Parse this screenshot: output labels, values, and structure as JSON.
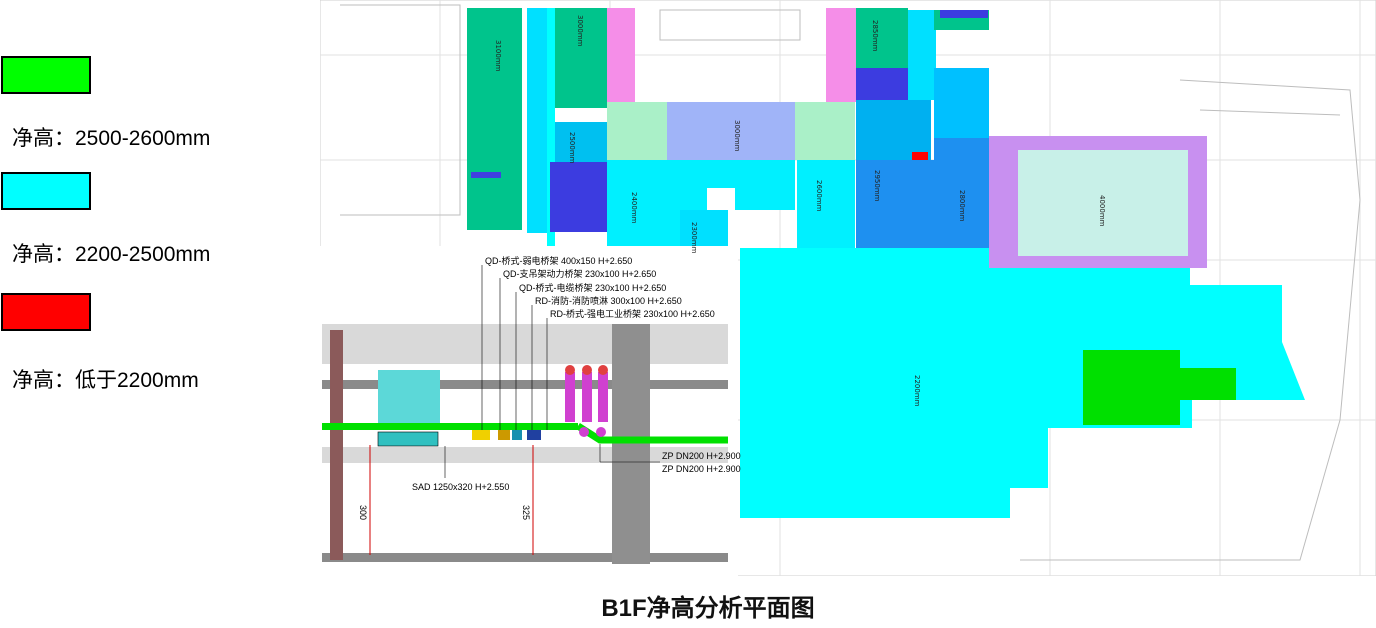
{
  "legend": {
    "items": [
      {
        "color": "#00ff00",
        "label": "净高：2500-2600mm"
      },
      {
        "color": "#00ffff",
        "label": "净高：2200-2500mm"
      },
      {
        "color": "#ff0000",
        "label": "净高：低于2200mm"
      }
    ]
  },
  "title": "B1F净高分析平面图",
  "section": {
    "annotations": [
      "QD-桥式-弱电桥架 400x150 H+2.650",
      "QD-支吊架动力桥架 230x100 H+2.650",
      "QD-桥式-电缆桥架 230x100 H+2.650",
      "RD-消防-消防喷淋 300x100 H+2.650",
      "RD-桥式-强电工业桥架 230x100 H+2.650"
    ],
    "pipes": [
      "ZP DN200 H+2.900",
      "ZP DN200 H+2.900"
    ],
    "duct": "SAD 1250x320 H+2.550",
    "dims": [
      "300",
      "325"
    ]
  },
  "rooms": {
    "values": [
      "3100mm",
      "3000mm",
      "2850mm",
      "2950mm",
      "2500mm",
      "2400mm",
      "3000mm",
      "2300mm",
      "2600mm",
      "2800mm",
      "4000mm",
      "2200mm"
    ]
  }
}
